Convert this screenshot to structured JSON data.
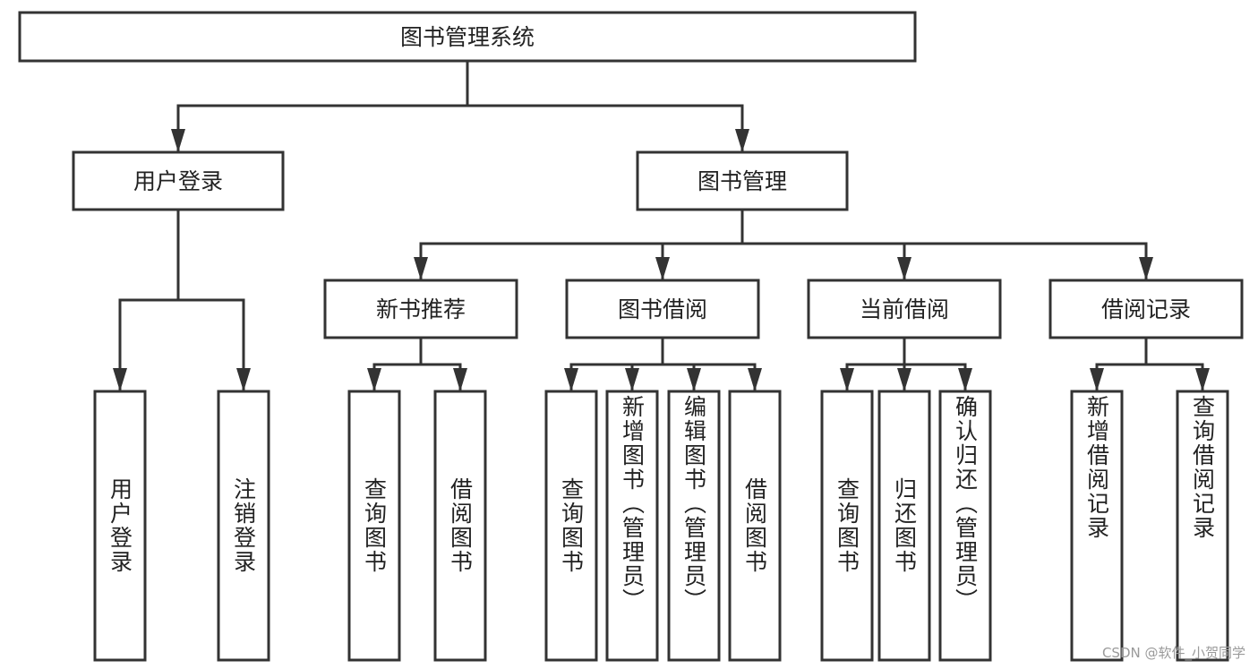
{
  "diagram": {
    "root": {
      "label": "图书管理系统"
    },
    "groups": [
      {
        "label": "用户登录",
        "children": [
          "用户登录",
          "注销登录"
        ]
      },
      {
        "label": "图书管理",
        "children": []
      }
    ],
    "modules": [
      {
        "label": "新书推荐",
        "children": [
          "查询图书",
          "借阅图书"
        ]
      },
      {
        "label": "图书借阅",
        "children": [
          "查询图书",
          "新增图书（管理员）",
          "编辑图书（管理员）",
          "借阅图书"
        ]
      },
      {
        "label": "当前借阅",
        "children": [
          "查询图书",
          "归还图书",
          "确认归还（管理员）"
        ]
      },
      {
        "label": "借阅记录",
        "children": [
          "新增借阅记录",
          "查询借阅记录"
        ]
      }
    ]
  },
  "watermark": "CSDN @软件_小贺同学"
}
